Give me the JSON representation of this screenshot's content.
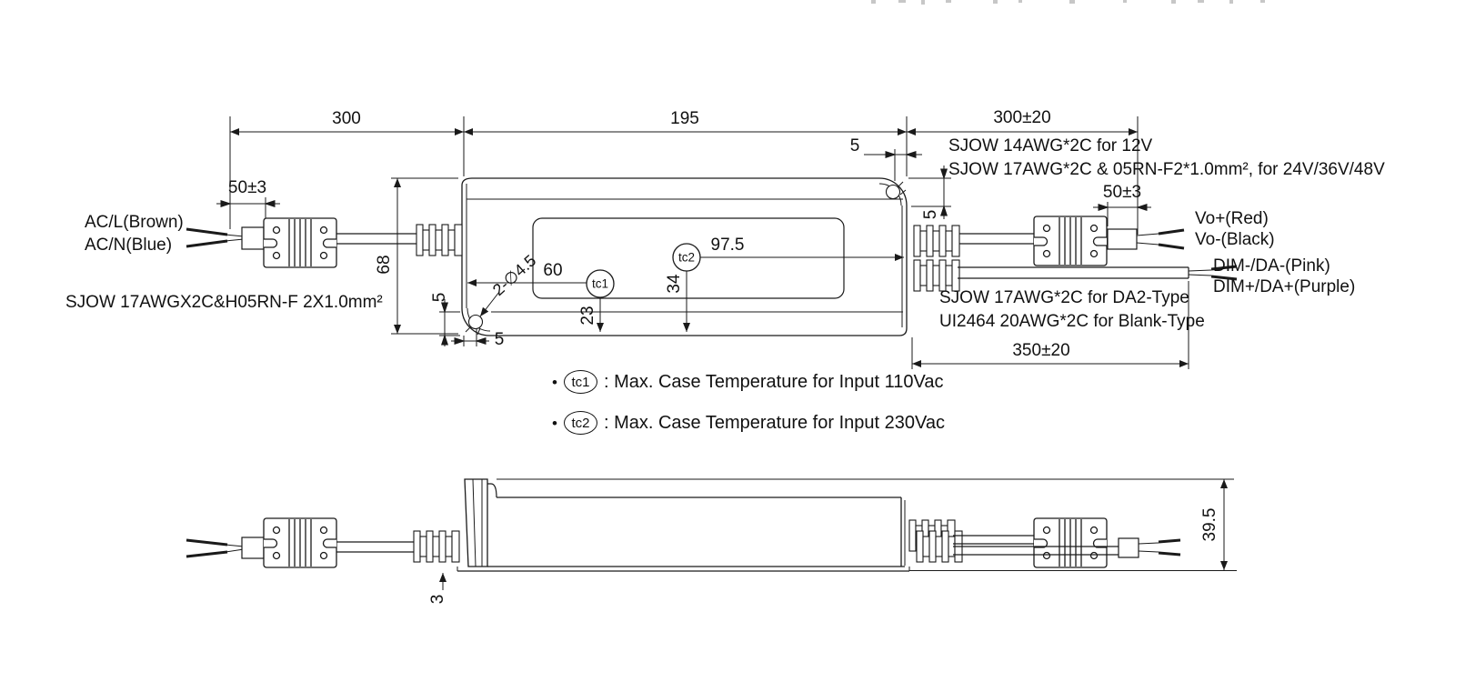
{
  "colors": {
    "line": "#1a1a1a"
  },
  "top_view": {
    "dims": {
      "input_cable": "300",
      "case_length": "195",
      "output_cable": "300±20",
      "strip_left": "50±3",
      "strip_right": "50±3",
      "case_width": "68",
      "tc1_offset_x": "60",
      "tc2_offset_x": "97.5",
      "tc1_offset_y": "23",
      "tc2_offset_y": "34",
      "notch_left_v": "5",
      "notch_left_h": "5",
      "notch_right_h": "5",
      "notch_right_v": "5",
      "dim_cable": "350±20",
      "hole_callout": "2-∅4.5"
    },
    "labels": {
      "ac_line": "AC/L(Brown)",
      "ac_neutral": "AC/N(Blue)",
      "input_cable_spec": "SJOW 17AWGX2C&H05RN-F 2X1.0mm²",
      "output_cable_spec_12v": "SJOW 14AWG*2C for 12V",
      "output_cable_spec_hv": "SJOW 17AWG*2C & 05RN-F2*1.0mm², for 24V/36V/48V",
      "vo_plus": "Vo+(Red)",
      "vo_minus": "Vo-(Black)",
      "dim_minus": "DIM-/DA-(Pink)",
      "dim_plus": "DIM+/DA+(Purple)",
      "dim_cable_spec_da2": "SJOW 17AWG*2C for DA2-Type",
      "dim_cable_spec_blank": "UI2464 20AWG*2C for Blank-Type",
      "tc1": "tc1",
      "tc2": "tc2"
    }
  },
  "side_view": {
    "dims": {
      "height": "39.5",
      "flange": "3"
    }
  },
  "notes": [
    {
      "bullet": "•",
      "marker": "tc1",
      "text": ": Max. Case Temperature for Input 110Vac"
    },
    {
      "bullet": "•",
      "marker": "tc2",
      "text": ": Max. Case Temperature for Input 230Vac"
    }
  ]
}
